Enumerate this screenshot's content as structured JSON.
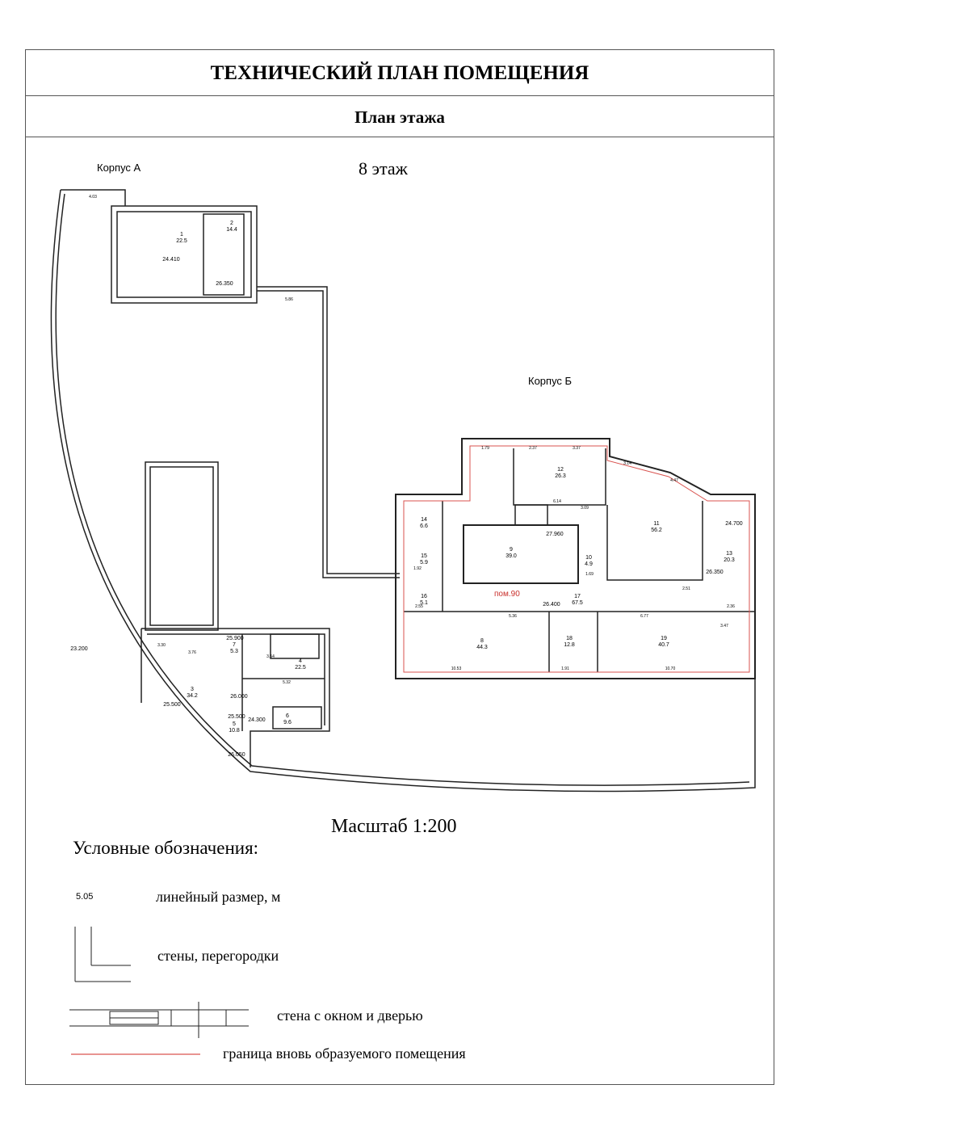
{
  "title": "ТЕХНИЧЕСКИЙ ПЛАН ПОМЕЩЕНИЯ",
  "subtitle": "План этажа",
  "floor": "8 этаж",
  "building_a": "Корпус А",
  "building_b": "Корпус Б",
  "premise_label": "пом.90",
  "scale": "Масштаб 1:200",
  "rooms": [
    {
      "no": "1",
      "area": "22.5"
    },
    {
      "no": "2",
      "area": "14.4"
    },
    {
      "no": "3",
      "area": "34.2"
    },
    {
      "no": "4",
      "area": "22.5"
    },
    {
      "no": "5",
      "area": "10.8"
    },
    {
      "no": "6",
      "area": "9.6"
    },
    {
      "no": "7",
      "area": "5.3"
    },
    {
      "no": "8",
      "area": "44.3"
    },
    {
      "no": "9",
      "area": "39.0"
    },
    {
      "no": "10",
      "area": "4.9"
    },
    {
      "no": "11",
      "area": "56.2"
    },
    {
      "no": "12",
      "area": "26.3"
    },
    {
      "no": "13",
      "area": "20.3"
    },
    {
      "no": "14",
      "area": "6.6"
    },
    {
      "no": "15",
      "area": "5.9"
    },
    {
      "no": "16",
      "area": "5.1"
    },
    {
      "no": "17",
      "area": "67.5"
    },
    {
      "no": "18",
      "area": "12.8"
    },
    {
      "no": "19",
      "area": "40.7"
    }
  ],
  "elevations": [
    "24.410",
    "26.350",
    "23.200",
    "25.500",
    "26.000",
    "25.500",
    "24.300",
    "26.050",
    "25.900",
    "27.960",
    "26.400",
    "24.700",
    "26.350"
  ],
  "dimensions": [
    "4.03",
    "5.86",
    "1.79",
    "2.37",
    "3.37",
    "3.14",
    "4.47",
    "6.14",
    "3.09",
    "1.69",
    "10.53",
    "1.91",
    "10.70",
    "6.77",
    "3.47",
    "2.36",
    "2.51",
    "1.92",
    "2.55",
    "5.36",
    "3.30",
    "3.76",
    "3.54",
    "5.32"
  ],
  "legend": {
    "heading": "Условные обозначения:",
    "sample_dim": "5.05",
    "items": [
      "линейный размер, м",
      "стены, перегородки",
      "стена с окном и дверью",
      "граница вновь образуемого помещения"
    ]
  },
  "colors": {
    "boundary": "#d9534f",
    "wall": "#222222"
  }
}
